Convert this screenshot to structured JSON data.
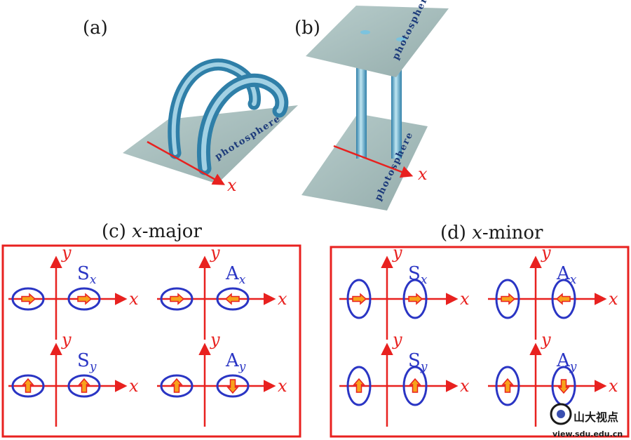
{
  "panels": {
    "a": {
      "label": "(a)",
      "plane_text": "photosphere",
      "axis": "x"
    },
    "b": {
      "label": "(b)",
      "plane_text_top": "photosphere",
      "plane_text_bottom": "photosphere",
      "axis": "x"
    },
    "c": {
      "title_prefix": "(c) ",
      "title_var": "x",
      "title_suffix": "-major",
      "quadrants": [
        {
          "sym": "S",
          "sub": "x"
        },
        {
          "sym": "A",
          "sub": "x"
        },
        {
          "sym": "S",
          "sub": "y"
        },
        {
          "sym": "A",
          "sub": "y"
        }
      ],
      "x_label": "x",
      "y_label": "y"
    },
    "d": {
      "title_prefix": "(d) ",
      "title_var": "x",
      "title_suffix": "-minor",
      "quadrants": [
        {
          "sym": "S",
          "sub": "x"
        },
        {
          "sym": "A",
          "sub": "x"
        },
        {
          "sym": "S",
          "sub": "y"
        },
        {
          "sym": "A",
          "sub": "y"
        }
      ],
      "x_label": "x",
      "y_label": "y"
    }
  },
  "watermark": {
    "text": "山大视点",
    "url": "view.sdu.edu.cn"
  },
  "colors": {
    "frame": "#e8211f",
    "ellipse": "#2a35c4",
    "arrow_fill": "#f7a21b",
    "arrow_stroke": "#e8211f",
    "plane": "#a9c1c0",
    "tube": "#4fa5c9"
  }
}
